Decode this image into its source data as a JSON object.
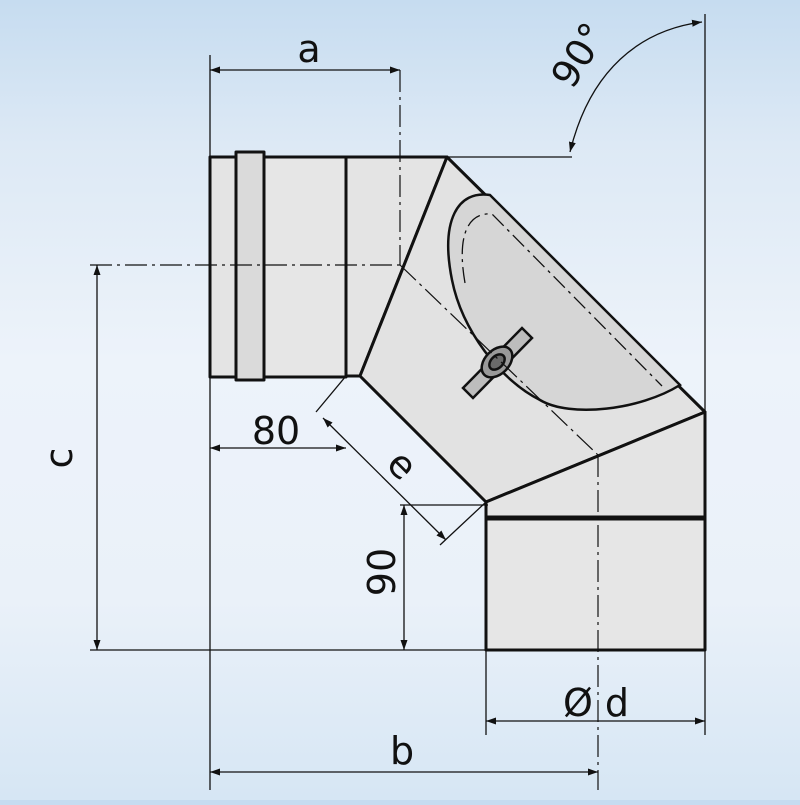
{
  "diagram": {
    "labels": {
      "a": "a",
      "b": "b",
      "c": "c",
      "d": "Ø d",
      "e": "e",
      "dim_80": "80",
      "dim_90": "90",
      "angle": "90°"
    },
    "colors": {
      "background": "#dde9f5",
      "pipe_fill": "#e2e2e2",
      "pipe_shade": "#d2d2d2",
      "line": "#111111"
    }
  }
}
